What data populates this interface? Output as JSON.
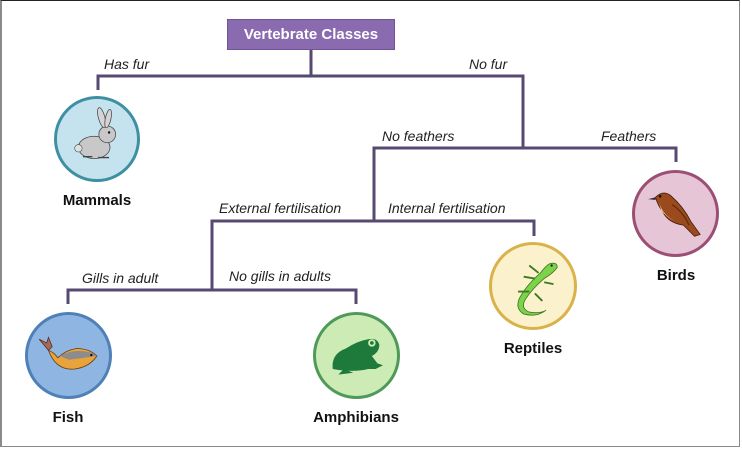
{
  "diagram": {
    "title": "Vertebrate Classes",
    "edges": {
      "has_fur": "Has fur",
      "no_fur": "No fur",
      "no_feathers": "No feathers",
      "feathers": "Feathers",
      "external_fertilisation": "External fertilisation",
      "internal_fertilisation": "Internal fertilisation",
      "gills_in_adult": "Gills in adult",
      "no_gills_in_adults": "No gills in adults"
    },
    "nodes": {
      "mammals": {
        "label": "Mammals",
        "icon": "rabbit-icon",
        "fill": "#c5e3ee",
        "stroke": "#3f8fa3"
      },
      "birds": {
        "label": "Birds",
        "icon": "bird-icon",
        "fill": "#e6c6d6",
        "stroke": "#9c4f74"
      },
      "reptiles": {
        "label": "Reptiles",
        "icon": "lizard-icon",
        "fill": "#fbf1cc",
        "stroke": "#d9b24a"
      },
      "fish": {
        "label": "Fish",
        "icon": "fish-icon",
        "fill": "#8fb6e3",
        "stroke": "#4f80b8"
      },
      "amphibians": {
        "label": "Amphibians",
        "icon": "frog-icon",
        "fill": "#cdecb5",
        "stroke": "#4f9a5a"
      }
    },
    "line_color": "#574a72"
  }
}
